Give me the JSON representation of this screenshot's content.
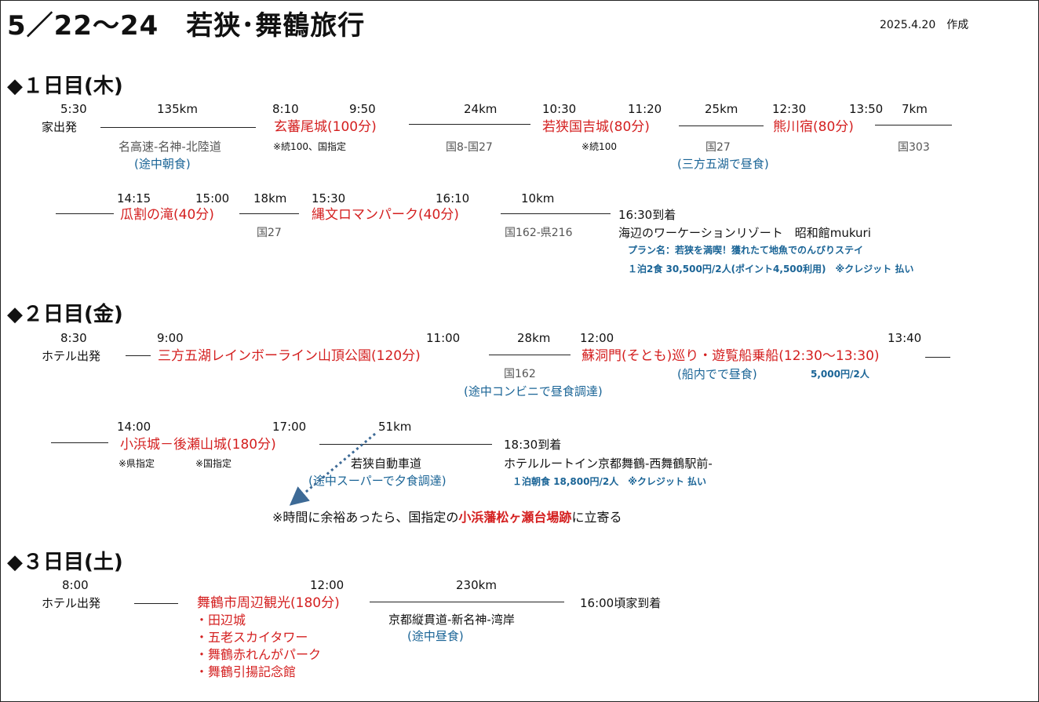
{
  "title": "5／22～24　若狭･舞鶴旅行",
  "created": "2025.4.20　作成",
  "day1": {
    "heading": "◆１日目(木)",
    "row1": {
      "t_depart": "5:30",
      "km_1": "135km",
      "t_arr_genba": "8:10",
      "t_dep_genba": "9:50",
      "km_2": "24km",
      "t_arr_kuniyoshi": "10:30",
      "t_dep_kuniyoshi": "11:20",
      "km_3": "25km",
      "t_arr_kumagawa": "12:30",
      "t_dep_kumagawa": "13:50",
      "km_4": "7km",
      "start": "家出発",
      "spot_1": "玄蕃尾城(100分)",
      "spot_2": "若狭国吉城(80分)",
      "spot_3": "熊川宿(80分)",
      "route_1": "名高速-名神-北陸道",
      "route_2": "国8-国27",
      "route_3": "国27",
      "route_4": "国303",
      "note_1": "※続100、国指定",
      "note_2": "※続100",
      "meal_1": "(途中朝食)",
      "meal_2": "(三方五湖で昼食)"
    },
    "row2": {
      "t_arr_uriwari": "14:15",
      "t_dep_uriwari": "15:00",
      "km_1": "18km",
      "t_arr_jomon": "15:30",
      "t_dep_jomon": "16:10",
      "km_2": "10km",
      "spot_1": "瓜割の滝(40分)",
      "spot_2": "縄文ロマンパーク(40分)",
      "route_1": "国27",
      "route_2": "国162-県216",
      "arrival": "16:30到着",
      "hotel": "海辺のワーケーションリゾート　昭和館mukuri",
      "plan": "プラン名：若狭を満喫！獲れたて地魚でのんびりステイ",
      "price": "１泊2食 30,500円/2人(ポイント4,500利用)　※クレジット 払い"
    }
  },
  "day2": {
    "heading": "◆２日目(金)",
    "row1": {
      "t_depart": "8:30",
      "t_arr_rainbow": "9:00",
      "t_dep_rainbow": "11:00",
      "km_1": "28km",
      "t_arr_sotomo": "12:00",
      "t_dep_sotomo": "13:40",
      "start": "ホテル出発",
      "spot_1": "三方五湖レインボーライン山頂公園(120分)",
      "spot_2": "蘇洞門(そとも)巡り・遊覧船乗船(12:30～13:30)",
      "route_1": "国162",
      "meal_1": "(途中コンビニで昼食調達)",
      "meal_2": "(船内でで昼食)",
      "price": "5,000円/2人"
    },
    "row2": {
      "t_arr_obama": "14:00",
      "t_dep_obama": "17:00",
      "km_1": "51km",
      "spot_1": "小浜城－後瀬山城(180分)",
      "note_1": "※県指定",
      "note_2": "※国指定",
      "route_1": "若狭自動車道",
      "meal_1": "(途中スーパーで夕食調達)",
      "arrival": "18:30到着",
      "hotel": "ホテルルートイン京都舞鶴-西舞鶴駅前-",
      "price": "１泊朝食 18,800円/2人　※クレジット 払い",
      "remark_pre": "※時間に余裕あったら、国指定の",
      "remark_spot": "小浜藩松ヶ瀬台場跡",
      "remark_post": "に立寄る"
    }
  },
  "day3": {
    "heading": "◆３日目(土)",
    "t_depart": "8:00",
    "t_dep_maizuru": "12:00",
    "km_1": "230km",
    "start": "ホテル出発",
    "spot_1": "舞鶴市周辺観光(180分)",
    "sub_spots": [
      "・田辺城",
      "・五老スカイタワー",
      "・舞鶴赤れんがパーク",
      "・舞鶴引揚記念館"
    ],
    "route_1": "京都縦貫道-新名神-湾岸",
    "meal_1": "(途中昼食)",
    "arrival": "16:00頃家到着"
  }
}
